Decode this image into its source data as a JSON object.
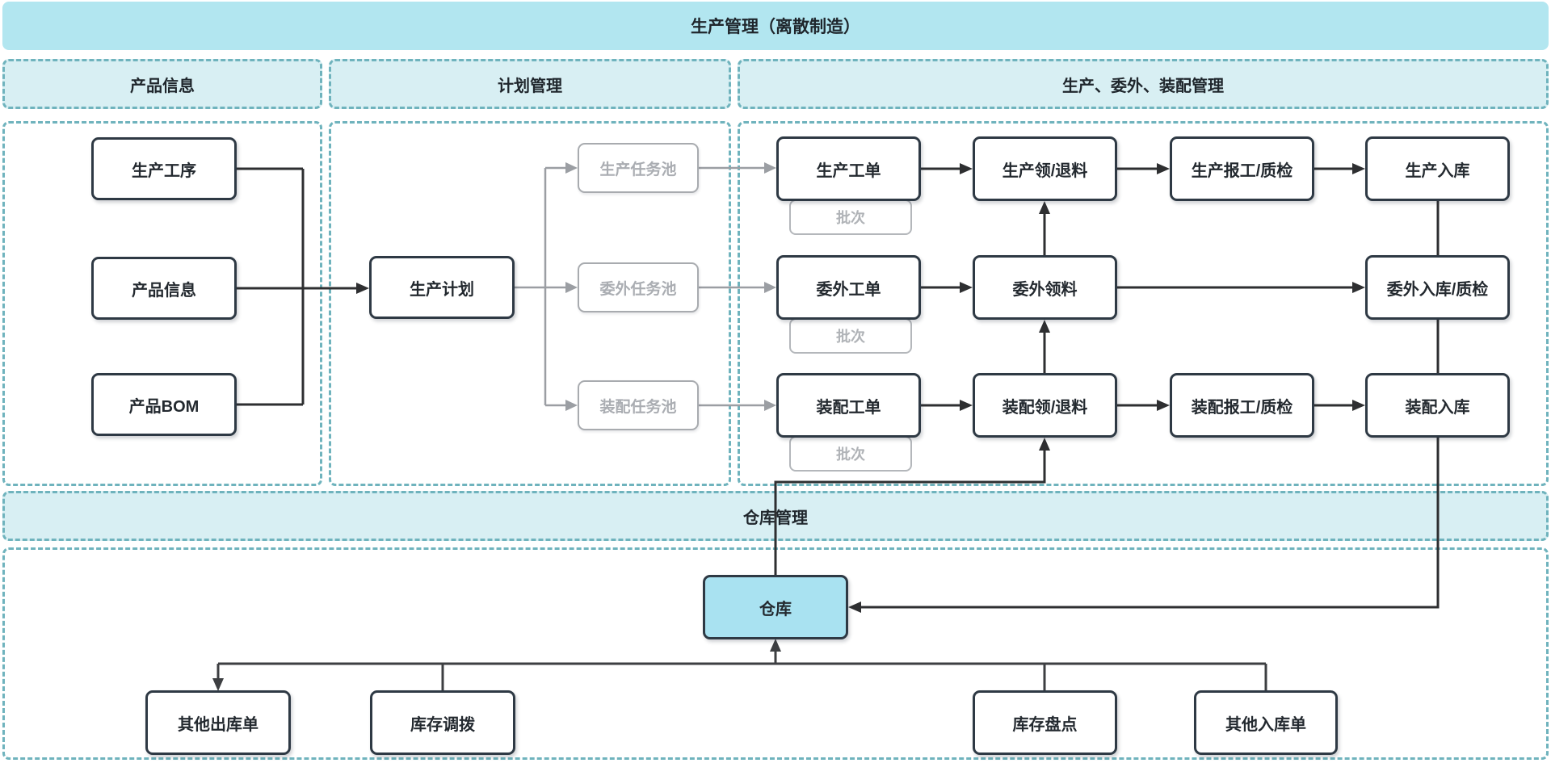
{
  "banner": {
    "title": "生产管理（离散制造）"
  },
  "columns": {
    "product": "产品信息",
    "plan": "计划管理",
    "production": "生产、委外、装配管理"
  },
  "product": {
    "process": "生产工序",
    "info": "产品信息",
    "bom": "产品BOM"
  },
  "plan": {
    "plan_box": "生产计划",
    "pool_production": "生产任务池",
    "pool_outsource": "委外任务池",
    "pool_assembly": "装配任务池"
  },
  "production": {
    "batch": "批次",
    "row1": {
      "order": "生产工单",
      "pick": "生产领/退料",
      "report": "生产报工/质检",
      "inbound": "生产入库"
    },
    "row2": {
      "order": "委外工单",
      "pick": "委外领料",
      "inbound": "委外入库/质检"
    },
    "row3": {
      "order": "装配工单",
      "pick": "装配领/退料",
      "report": "装配报工/质检",
      "inbound": "装配入库"
    }
  },
  "warehouse": {
    "band": "仓库管理",
    "box": "仓库"
  },
  "bottom": {
    "other_out": "其他出库单",
    "transfer": "库存调拨",
    "stocktake": "库存盘点",
    "other_in": "其他入库单"
  },
  "colors": {
    "banner_fill": "#b2e6f0",
    "band_fill": "#d8eff3",
    "dash_border": "#6fb3bd",
    "node_border": "#2e3944",
    "warehouse_fill": "#a9e2f1",
    "disabled_gray": "#a8abaf",
    "arrow_black": "#2e2f31",
    "arrow_gray": "#9b9ea3"
  }
}
